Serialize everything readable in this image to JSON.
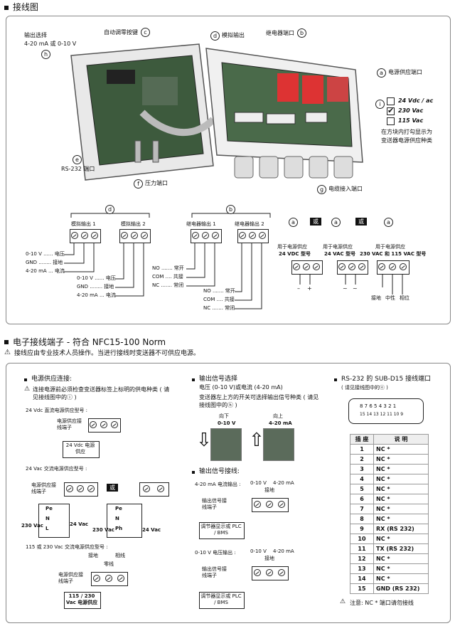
{
  "section1": {
    "title": "接线图"
  },
  "photo_labels": {
    "output_select": "输出选择",
    "output_range": "4-20 mA 或 0-10 V",
    "auto_zero": "自动调零按键",
    "analog_out": "模拟输出",
    "relay_port": "继电器端口",
    "power_port": "电源供应端口",
    "rs232": "RS-232 端口",
    "pressure_port": "压力端口",
    "cable_entry": "电缆接入端口",
    "v24": "24 Vdc / ac",
    "v230": "230 Vac",
    "v115": "115 Vac",
    "check_note1": "在方块内打勾显示为",
    "check_note2": "变送器电源供应种类"
  },
  "markers": {
    "a": "a",
    "b": "b",
    "c": "c",
    "d": "d",
    "e": "e",
    "f": "f",
    "g": "g",
    "h": "h",
    "i": "i"
  },
  "wiring": {
    "analog_out1": "模拟输出 1",
    "analog_out2": "模拟输出 2",
    "relay_out1": "继电器输出 1",
    "relay_out2": "继电器输出 2",
    "v_voltage": "0-10 V ...... 电压",
    "gnd": "GND ........ 接地",
    "ma_current": "4-20 mA ... 电流",
    "no_open": "NO ....... 常开",
    "com_common": "COM .... 共接",
    "nc_closed": "NC ....... 常闭",
    "or": "或",
    "power_for": "用于电源供应",
    "vdc24": "24 VDC 型号",
    "vac24": "24 VAC 型号",
    "vac230": "230 VAC 和 115 VAC 型号",
    "minus": "–",
    "plus": "+",
    "ground": "接地",
    "neutral": "中性",
    "phase": "相位"
  },
  "section2": {
    "title": "电子接线端子 - 符合 NFC15-100 Norm",
    "warning": "接线应由专业技术人员操作。当进行接线时变送器不可供应电源。"
  },
  "col1": {
    "title": "电源供应连接:",
    "note": "连接电源前必须检查变送器标签上标明的供电种类 ( 请见接线图中的ⓘ )",
    "dc24_title": "24 Vdc 直流电源供应型号 :",
    "terminal": "电源供应接线端子",
    "dc24_box": "24 Vdc 电源供应",
    "ac24_title": "24 Vac 交流电源供应型号 :",
    "vac": "Vac",
    "or": "或",
    "pe": "Pe",
    "n": "N",
    "l": "L",
    "ph": "Ph",
    "v230": "230 Vac",
    "v24ac": "24 Vac",
    "ac115_title": "115 或 230 Vac 交流电源供应型号 :",
    "ground": "接地",
    "neutral": "零线",
    "phase": "相线",
    "ac_box": "115 / 230 Vac 电源供应"
  },
  "col2": {
    "title": "输出信号选择",
    "sub1": "电压 (0-10 V)或电流 (4-20 mA)",
    "sub2": "变送器左上方的开关可选择输出信号种类 ( 请见接线图中的ⓗ )",
    "down": "向下",
    "down_val": "0-10 V",
    "up": "向上",
    "up_val": "4-20 mA",
    "wiring_title": "输出信号接线:",
    "ma_title": "4-20 mA 电流输出 :",
    "v_title": "0-10 V 电压输出 :",
    "v010": "0-10 V",
    "ma420": "4-20 mA",
    "gnd": "接地",
    "terminal": "输出信号接线端子",
    "display": "调节器显示或 PLC / BMS"
  },
  "col3": {
    "title": "RS-232 的 SUB-D15 接线端口",
    "sub": "( 请见接线图中的ⓔ )",
    "pins_top": "8 7 6 5 4 3 2 1",
    "pins_bottom": "15 14 13 12 11 10 9",
    "header_pin": "插 座",
    "header_desc": "说 明",
    "rows": [
      {
        "pin": "1",
        "desc": "NC *"
      },
      {
        "pin": "2",
        "desc": "NC *"
      },
      {
        "pin": "3",
        "desc": "NC *"
      },
      {
        "pin": "4",
        "desc": "NC *"
      },
      {
        "pin": "5",
        "desc": "NC *"
      },
      {
        "pin": "6",
        "desc": "NC *"
      },
      {
        "pin": "7",
        "desc": "NC *"
      },
      {
        "pin": "8",
        "desc": "NC *"
      },
      {
        "pin": "9",
        "desc": "RX (RS 232)"
      },
      {
        "pin": "10",
        "desc": "NC *"
      },
      {
        "pin": "11",
        "desc": "TX (RS 232)"
      },
      {
        "pin": "12",
        "desc": "NC *"
      },
      {
        "pin": "13",
        "desc": "NC *"
      },
      {
        "pin": "14",
        "desc": "NC *"
      },
      {
        "pin": "15",
        "desc": "GND (RS 232)"
      }
    ],
    "note": "注意: NC * 端口请勿接线"
  }
}
